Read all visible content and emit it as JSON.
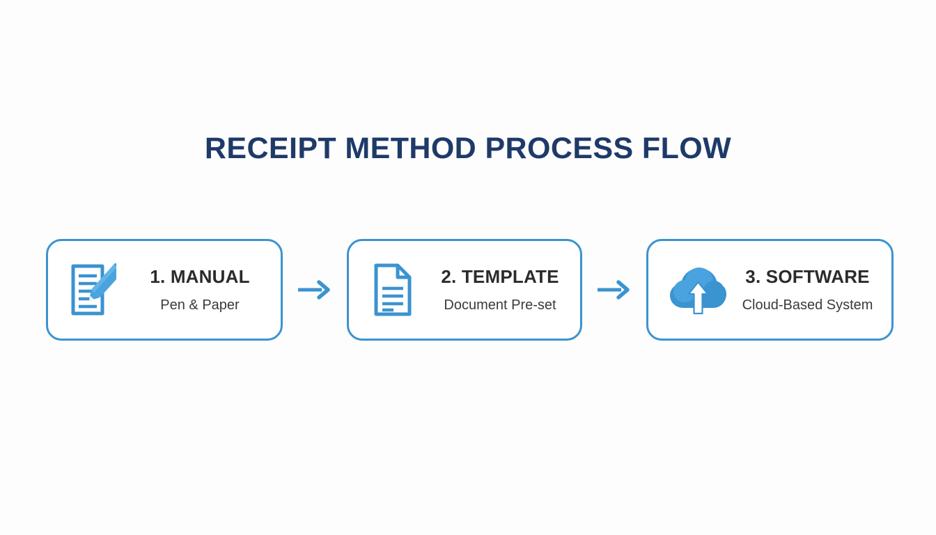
{
  "diagram": {
    "title": "RECEIPT METHOD PROCESS FLOW",
    "background_color": "#fdfdfd",
    "title_color": "#1e3a68",
    "accent_color": "#3b93d0",
    "text_color": "#2b2b2b",
    "steps": [
      {
        "title": "1. MANUAL",
        "subtitle": "Pen & Paper",
        "icon": "document-pencil-icon"
      },
      {
        "title": "2. TEMPLATE",
        "subtitle": "Document Pre-set",
        "icon": "document-page-icon"
      },
      {
        "title": "3. SOFTWARE",
        "subtitle": "Cloud-Based System",
        "icon": "cloud-upload-icon"
      }
    ],
    "connectors": [
      {
        "icon": "arrow-right-icon"
      },
      {
        "icon": "arrow-right-icon"
      }
    ]
  }
}
